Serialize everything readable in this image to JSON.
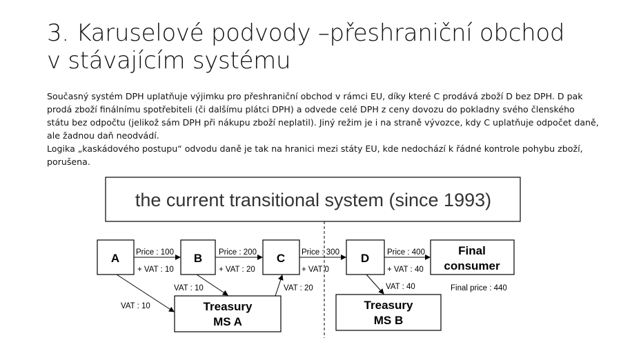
{
  "slide": {
    "title_line1": "3. Karuselové podvody –přeshraniční obchod",
    "title_line2": "v stávajícím systému",
    "paragraph1": "Současný systém DPH uplatňuje výjimku pro přeshraniční obchod v rámci EU, díky které C prodává zboží D bez DPH. D pak prodá zboží finálnímu spotřebiteli (či dalšímu plátci DPH) a odvede celé DPH z ceny dovozu do pokladny svého členského státu bez odpočtu (jelikož sám DPH při nákupu zboží neplatil). Jiný režim je i na straně vývozce, kdy C uplatňuje odpočet daně, ale žadnou daň neodvádí.",
    "paragraph2": "Logika „kaskádového postupu“ odvodu daně je tak na hranici mezi státy EU, kde nedochází k řádné kontrole pohybu zboží, porušena."
  },
  "diagram": {
    "banner": "the current transitional system (since 1993)",
    "nodes": {
      "a": "A",
      "b": "B",
      "c": "C",
      "d": "D",
      "final_line1": "Final",
      "final_line2": "consumer",
      "treasury_a_line1": "Treasury",
      "treasury_a_line2": "MS A",
      "treasury_b_line1": "Treasury",
      "treasury_b_line2": "MS B"
    },
    "edges": {
      "ab_price": "Price : 100",
      "ab_vat": "+ VAT : 10",
      "bc_price": "Price : 200",
      "bc_vat": "+ VAT : 20",
      "cd_price": "Price : 300",
      "cd_vat": "+ VAT 0",
      "df_price": "Price : 400",
      "df_vat": "+ VAT : 40",
      "a_treasury_vat": "VAT : 10",
      "b_treasury_vat": "VAT : 10",
      "treasury_c_vat": "VAT : 20",
      "d_treasury_vat": "VAT : 40",
      "final_price": "Final price : 440"
    }
  }
}
